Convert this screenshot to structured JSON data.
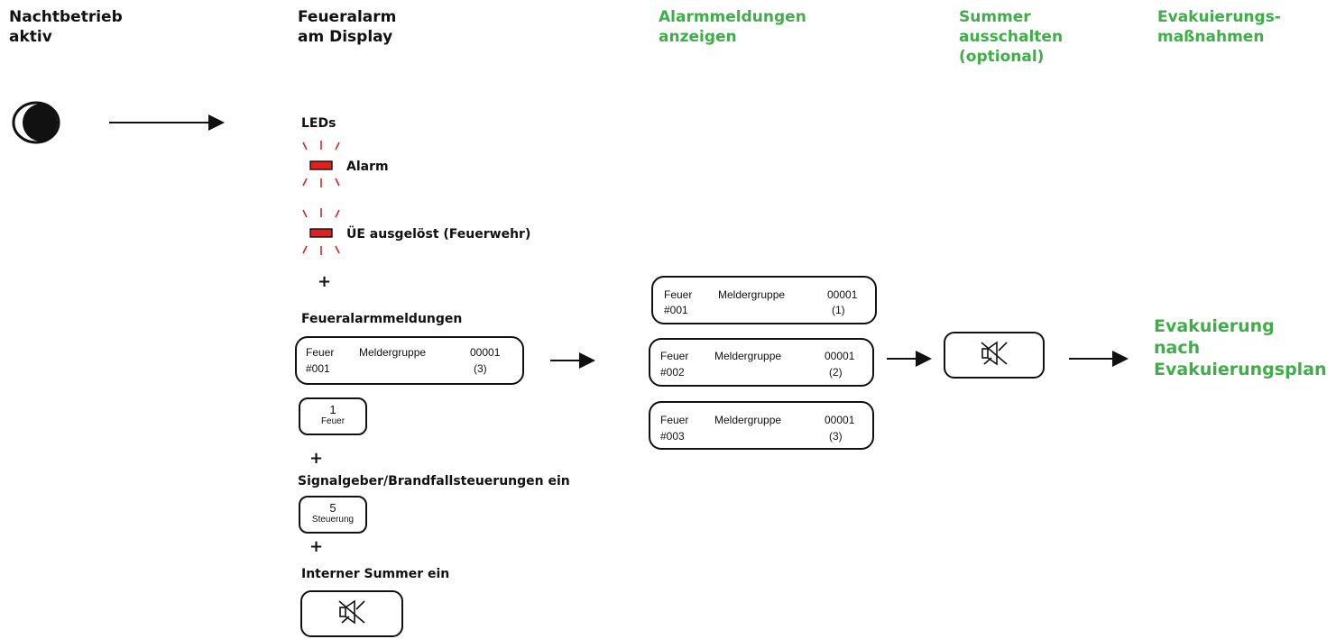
{
  "headers": [
    {
      "text": "Nachtbetrieb\naktiv",
      "color": "#111111"
    },
    {
      "text": "Feueralarm\nam Display",
      "color": "#111111"
    },
    {
      "text": "Alarmmeldungen\nanzeigen",
      "color": "#3fae49"
    },
    {
      "text": "Summer\nausschalten\n(optional)",
      "color": "#3fae49"
    },
    {
      "text": "Evakuierungs-\nmaßnahmen",
      "color": "#3fae49"
    }
  ],
  "leds": {
    "title": "LEDs",
    "items": [
      {
        "label": "Alarm",
        "color": "#e02020"
      },
      {
        "label": "ÜE ausgelöst (Feuerwehr)",
        "color": "#e02020"
      }
    ]
  },
  "plus": "+",
  "fire_messages": {
    "title": "Feueralarmmeldungen",
    "message": {
      "type": "Feuer",
      "group": "Meldergruppe",
      "code": "00001",
      "id": "#001",
      "count": "(3)"
    }
  },
  "keys": {
    "feuer": {
      "number": "1",
      "label": "Feuer"
    },
    "steuerung": {
      "number": "5",
      "label": "Steuerung"
    }
  },
  "signal_title": "Signalgeber/Brandfallsteuerungen ein",
  "buzzer_title": "Interner Summer ein",
  "alarm_list": [
    {
      "type": "Feuer",
      "group": "Meldergruppe",
      "code": "00001",
      "id": "#001",
      "count": "(1)"
    },
    {
      "type": "Feuer",
      "group": "Meldergruppe",
      "code": "00001",
      "id": "#002",
      "count": "(2)"
    },
    {
      "type": "Feuer",
      "group": "Meldergruppe",
      "code": "00001",
      "id": "#003",
      "count": "(3)"
    }
  ],
  "evacuation": "Evakuierung\nnach\nEvakuierungsplan",
  "icons": {
    "night_mode": "moon-icon",
    "mute": "speaker-muted-icon"
  }
}
